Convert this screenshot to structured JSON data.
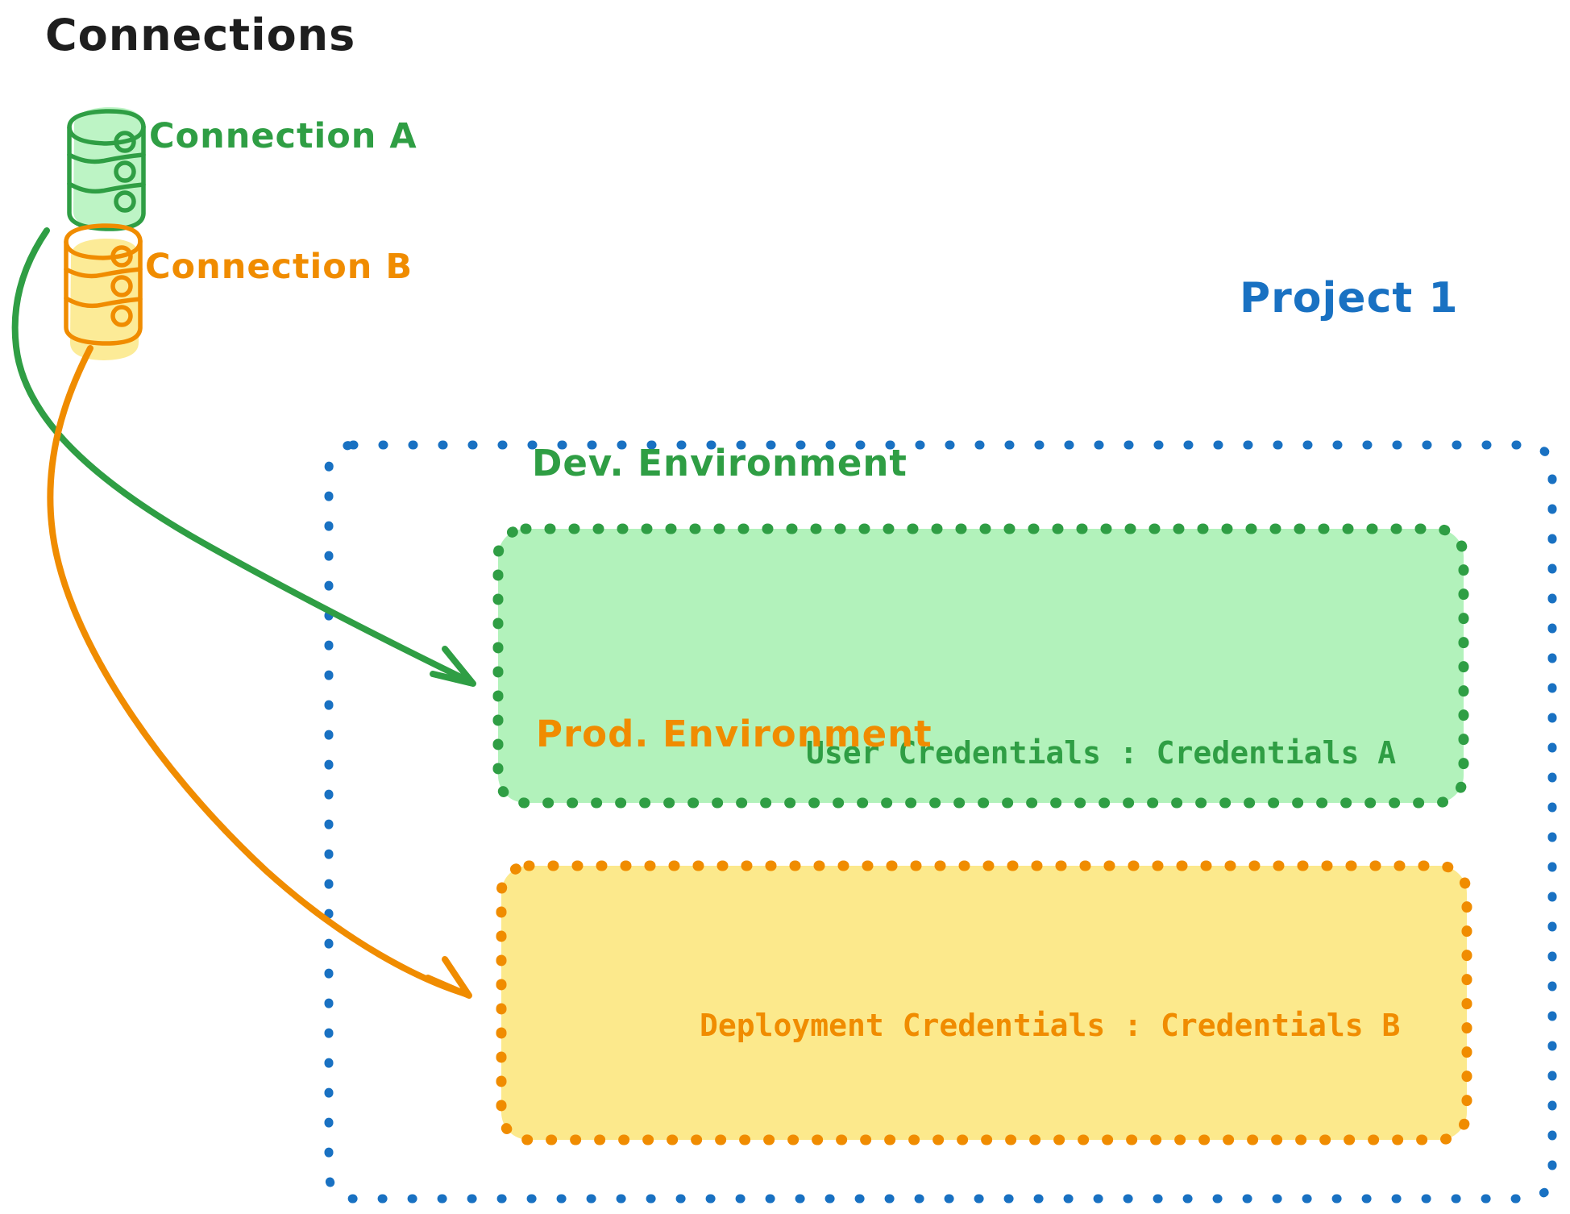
{
  "diagram": {
    "title": "Connections",
    "connections": [
      {
        "name": "Connection A",
        "color": "#2f9e44",
        "icon": "database-icon"
      },
      {
        "name": "Connection B",
        "color": "#f08c00",
        "icon": "database-icon"
      }
    ],
    "project": {
      "label": "Project 1",
      "color": "#1971c2",
      "border_style": "dotted",
      "environments": [
        {
          "id": "dev",
          "title": "Dev. Environment",
          "credential_label": "User Credentials",
          "credential_separator": ":",
          "credential_value": "Credentials A",
          "credential_text": "User Credentials : Credentials A",
          "fill": "#b2f2bb",
          "stroke": "#2f9e44"
        },
        {
          "id": "prod",
          "title": "Prod. Environment",
          "credential_label": "Deployment Credentials",
          "credential_separator": ":",
          "credential_value": "Credentials B",
          "credential_text": "Deployment Credentials : Credentials B",
          "fill": "#fce98c",
          "stroke": "#f08c00"
        }
      ]
    },
    "arrows": [
      {
        "name": "connection-a-to-dev",
        "from": "Connection A",
        "to": "Dev. Environment",
        "color": "#2f9e44"
      },
      {
        "name": "connection-b-to-prod",
        "from": "Connection B",
        "to": "Prod. Environment",
        "color": "#f08c00"
      }
    ]
  }
}
